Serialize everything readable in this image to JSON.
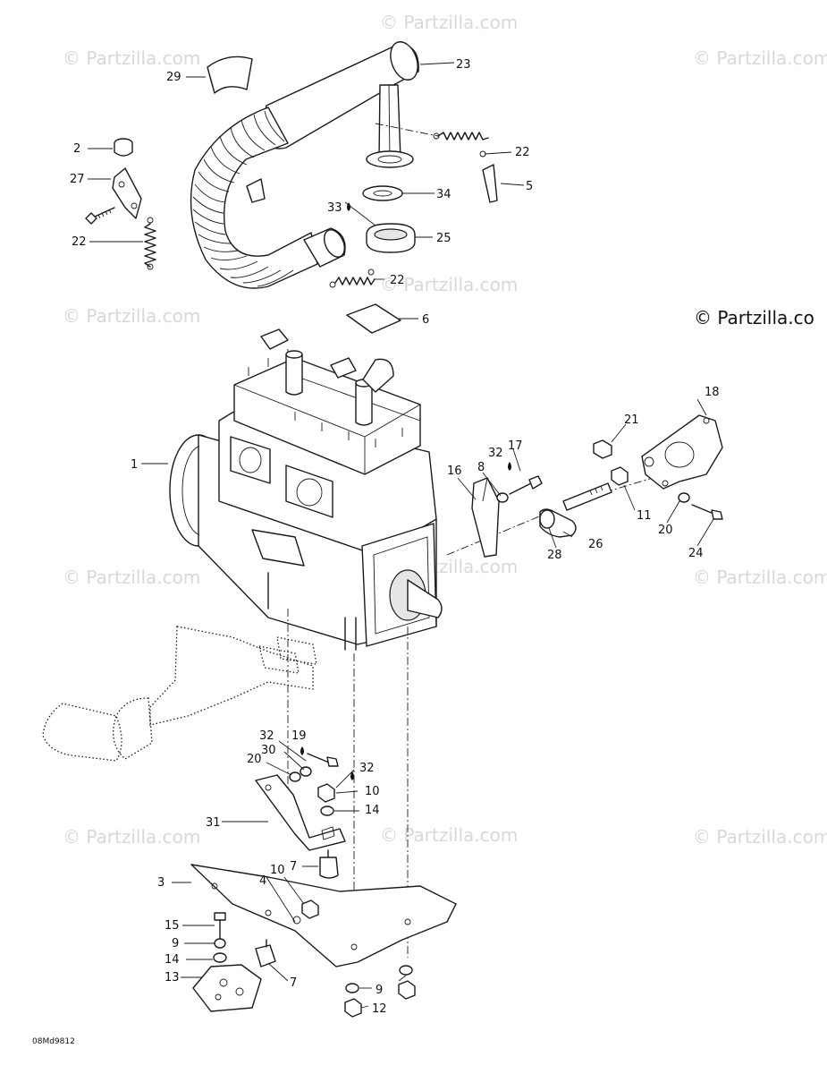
{
  "watermark": "© Partzilla.com",
  "copyright": "© Partzilla.co",
  "drawing_code": "08Md9812",
  "callouts": {
    "c1": "1",
    "c2": "2",
    "c3": "3",
    "c4": "4",
    "c5": "5",
    "c6": "6",
    "c7a": "7",
    "c7b": "7",
    "c8": "8",
    "c9a": "9",
    "c9b": "9",
    "c10a": "10",
    "c10b": "10",
    "c11": "11",
    "c12": "12",
    "c13": "13",
    "c14a": "14",
    "c14b": "14",
    "c15": "15",
    "c16": "16",
    "c17": "17",
    "c18": "18",
    "c19": "19",
    "c20a": "20",
    "c20b": "20",
    "c21": "21",
    "c22a": "22",
    "c22b": "22",
    "c22c": "22",
    "c23": "23",
    "c24": "24",
    "c25": "25",
    "c26": "26",
    "c27": "27",
    "c28": "28",
    "c29": "29",
    "c30": "30",
    "c31": "31",
    "c32a": "32",
    "c32b": "32",
    "c32c": "32",
    "c33": "33",
    "c34": "34"
  }
}
